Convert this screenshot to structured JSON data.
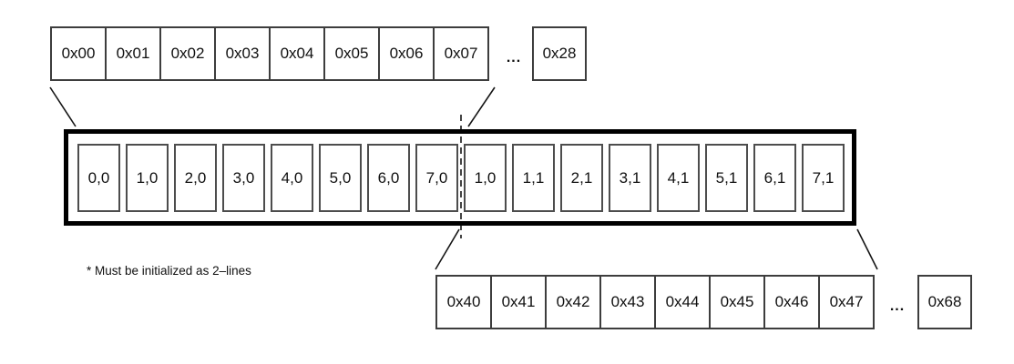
{
  "diagram": {
    "top_row": {
      "cells": [
        "0x00",
        "0x01",
        "0x02",
        "0x03",
        "0x04",
        "0x05",
        "0x06",
        "0x07"
      ],
      "ellipsis": "...",
      "tail_cell": "0x28"
    },
    "cache_line": {
      "cells": [
        "0,0",
        "1,0",
        "2,0",
        "3,0",
        "4,0",
        "5,0",
        "6,0",
        "7,0",
        "1,0",
        "1,1",
        "2,1",
        "3,1",
        "4,1",
        "5,1",
        "6,1",
        "7,1"
      ]
    },
    "bottom_row": {
      "cells": [
        "0x40",
        "0x41",
        "0x42",
        "0x43",
        "0x44",
        "0x45",
        "0x46",
        "0x47"
      ],
      "ellipsis": "...",
      "tail_cell": "0x68"
    },
    "footnote": "* Must be initialized as 2–lines",
    "colors": {
      "background": "#ffffff",
      "line": "#161616",
      "thin_border": "#3d3d3d",
      "inner_cell_border": "#4d4d4d",
      "thick_border": "#000000"
    }
  }
}
